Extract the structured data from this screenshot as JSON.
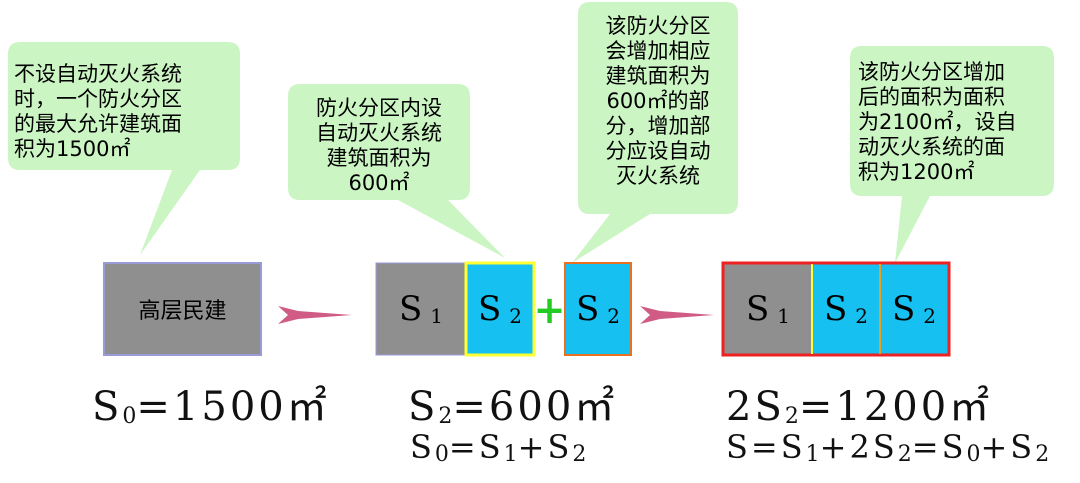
{
  "bubbles": {
    "b1": "不设自动灭火系统\n时，一个防火分区\n的最大允许建筑面\n积为1500㎡",
    "b2": "防火分区内设\n自动灭火系统\n建筑面积为\n600㎡",
    "b3": "该防火分区\n会增加相应\n建筑面积为\n600㎡的部\n分，增加部\n分应设自动\n灭火系统",
    "b4": "该防火分区增加\n后的面积为面积\n为2100㎡，设自\n动灭火系统的面\n积为1200㎡"
  },
  "boxes": {
    "gaoceng": "高层民建",
    "s": "S",
    "sub1": "1",
    "sub2": "2"
  },
  "operators": {
    "plus": "+"
  },
  "formulas": {
    "f1": {
      "a": "S",
      "a_sub": "0",
      "b": "=1500㎡"
    },
    "f2": {
      "a": "S",
      "a_sub": "2",
      "b": "=600㎡"
    },
    "f3": {
      "a": "S",
      "a_sub": "0",
      "b": "=S",
      "b_sub": "1",
      "c": "+S",
      "c_sub": "2"
    },
    "f4": {
      "a": "2S",
      "a_sub": "2",
      "b": "=1200㎡"
    },
    "f5": {
      "a": "S=S",
      "a_sub": "1",
      "b": "+2S",
      "b_sub": "2",
      "c": "=S",
      "c_sub": "0",
      "d": "+S",
      "d_sub": "2"
    }
  },
  "colors": {
    "bubble_fill": "#ccf5c4",
    "gray_box": "#8f8f8f",
    "blue_box": "#16c0f0",
    "arrow": "#d05c86",
    "plus": "#22cc22",
    "yellow_border": "#ffff33",
    "red_border": "#ee2222",
    "orange_border": "#e87020",
    "gray_border": "#9a9ad8"
  }
}
